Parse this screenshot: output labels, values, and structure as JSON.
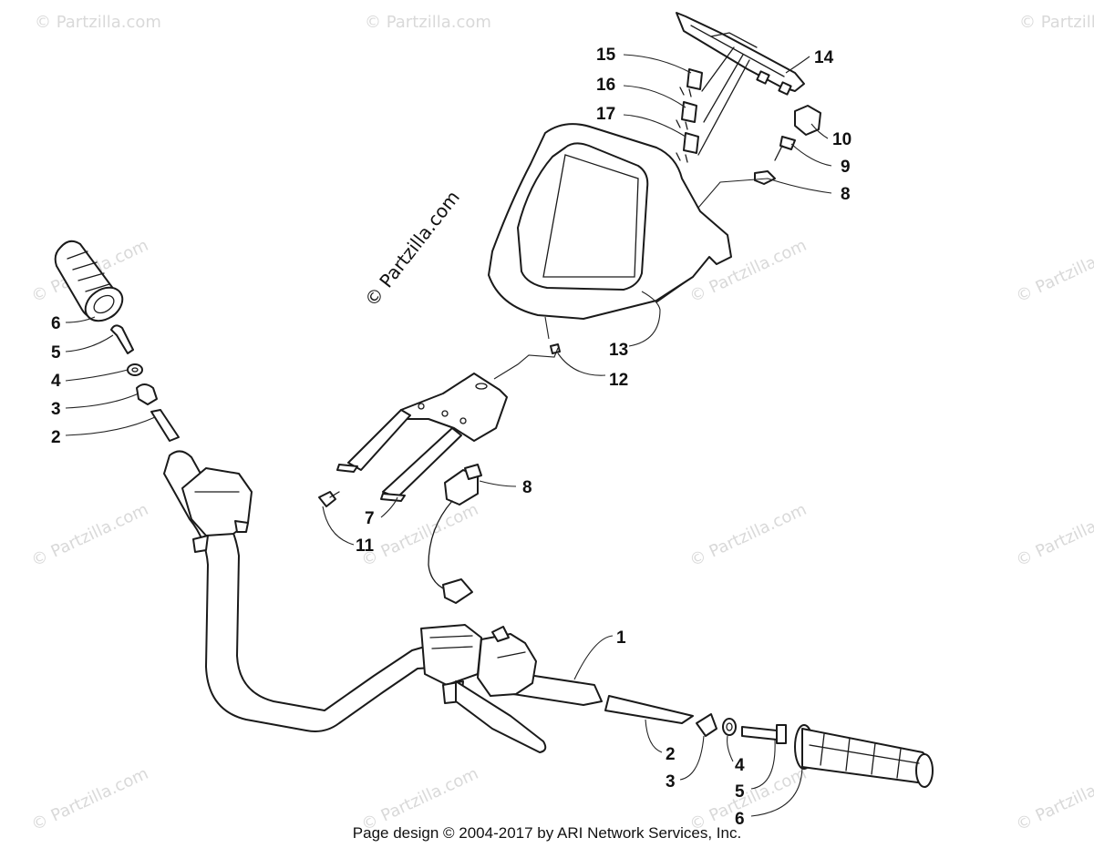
{
  "watermark": "© Partzilla.com",
  "footer": "Page design © 2004-2017 by ARI Network Services, Inc.",
  "callouts": {
    "c1": "1",
    "c2_left": "2",
    "c2_right": "2",
    "c3_left": "3",
    "c3_right": "3",
    "c4_left": "4",
    "c4_right": "4",
    "c5_left": "5",
    "c5_right": "5",
    "c6_left": "6",
    "c6_right": "6",
    "c7": "7",
    "c8_top": "8",
    "c8_mid": "8",
    "c9": "9",
    "c10": "10",
    "c11": "11",
    "c12": "12",
    "c13": "13",
    "c14": "14",
    "c15": "15",
    "c16": "16",
    "c17": "17"
  }
}
